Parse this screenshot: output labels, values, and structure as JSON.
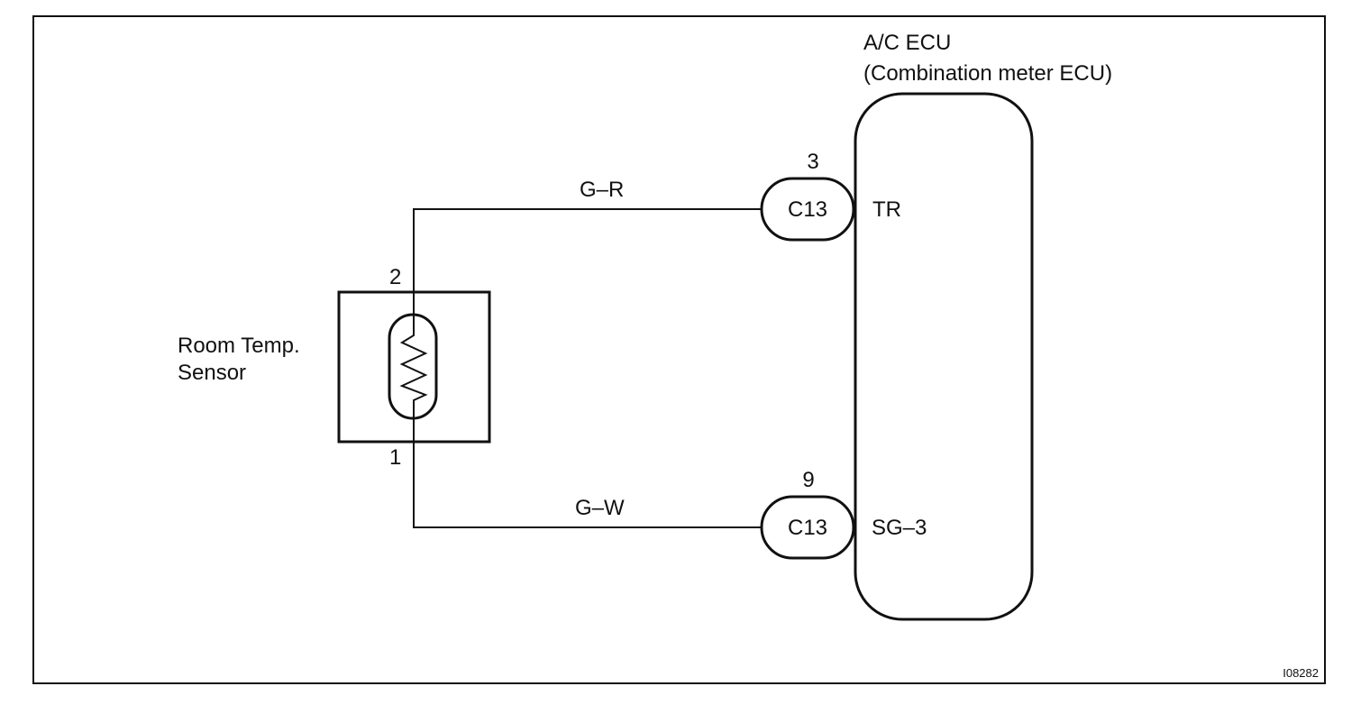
{
  "ecu": {
    "title_line1": "A/C ECU",
    "title_line2": "(Combination meter ECU)"
  },
  "sensor": {
    "label_line1": "Room Temp.",
    "label_line2": "Sensor",
    "pin_top": "2",
    "pin_bottom": "1"
  },
  "wires": {
    "top": {
      "color_code": "G–R",
      "connector": "C13",
      "pin": "3",
      "terminal": "TR"
    },
    "bottom": {
      "color_code": "G–W",
      "connector": "C13",
      "pin": "9",
      "terminal": "SG–3"
    }
  },
  "figure_code": "I08282"
}
